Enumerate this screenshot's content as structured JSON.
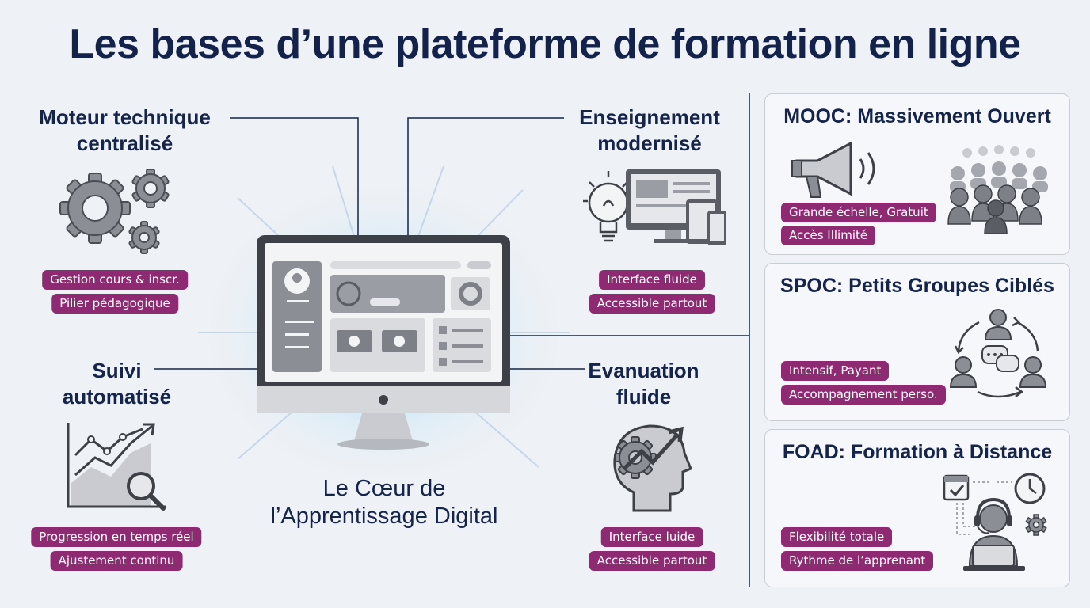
{
  "title": "Les bases d’une plateforme de formation en ligne",
  "center": {
    "caption_line1": "Le Cœur de",
    "caption_line2": "l’Apprentissage Digital"
  },
  "features": {
    "moteur": {
      "line1": "Moteur technique",
      "line2": "centralisé",
      "tags": [
        "Gestion cours & inscr.",
        "Pilier pédagogique"
      ],
      "icon": "gears-icon"
    },
    "enseignement": {
      "line1": "Enseignement",
      "line2": "modernisé",
      "tags": [
        "Interface fluide",
        "Accessible partout"
      ],
      "icon": "lightbulb-devices-icon"
    },
    "suivi": {
      "line1": "Suivi",
      "line2": "automatisé",
      "tags": [
        "Progression en temps réel",
        "Ajustement continu"
      ],
      "icon": "growth-chart-icon"
    },
    "evaluation": {
      "line1": "Evanuation",
      "line2": "fluide",
      "tags": [
        "Interface luide",
        "Accessible partout"
      ],
      "icon": "head-gear-icon"
    }
  },
  "cards": {
    "mooc": {
      "title": "MOOC: Massivement Ouvert",
      "tags": [
        "Grande échelle, Gratuit",
        "Accès Illimité"
      ],
      "icon": "megaphone-crowd-icon"
    },
    "spoc": {
      "title": "SPOC: Petits Groupes Ciblés",
      "tags": [
        "Intensif, Payant",
        "Accompagnement perso."
      ],
      "icon": "group-cycle-icon"
    },
    "foad": {
      "title": "FOAD: Formation à Distance",
      "tags": [
        "Flexibilité totale",
        "Rythme de l’apprenant"
      ],
      "icon": "remote-learner-icon"
    }
  },
  "colors": {
    "accent": "#8e2a72",
    "navy": "#14244a",
    "background": "#eef1f5"
  }
}
